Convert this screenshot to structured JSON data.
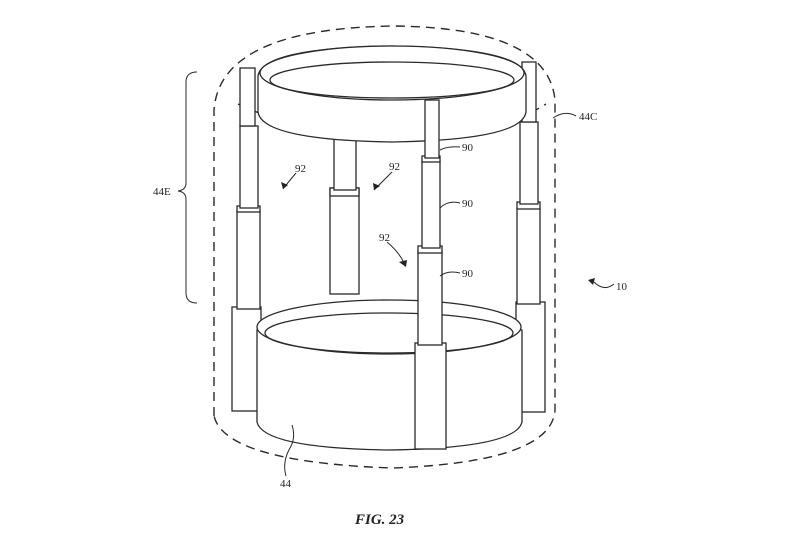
{
  "figure": {
    "caption": "FIG. 23",
    "labels": {
      "label_44e": "44E",
      "label_44c": "44C",
      "label_10": "10",
      "label_44": "44",
      "label_92_left": "92",
      "label_92_middle": "92",
      "label_92_front": "92",
      "label_90_top": "90",
      "label_90_middle": "90",
      "label_90_bottom": "90"
    }
  }
}
